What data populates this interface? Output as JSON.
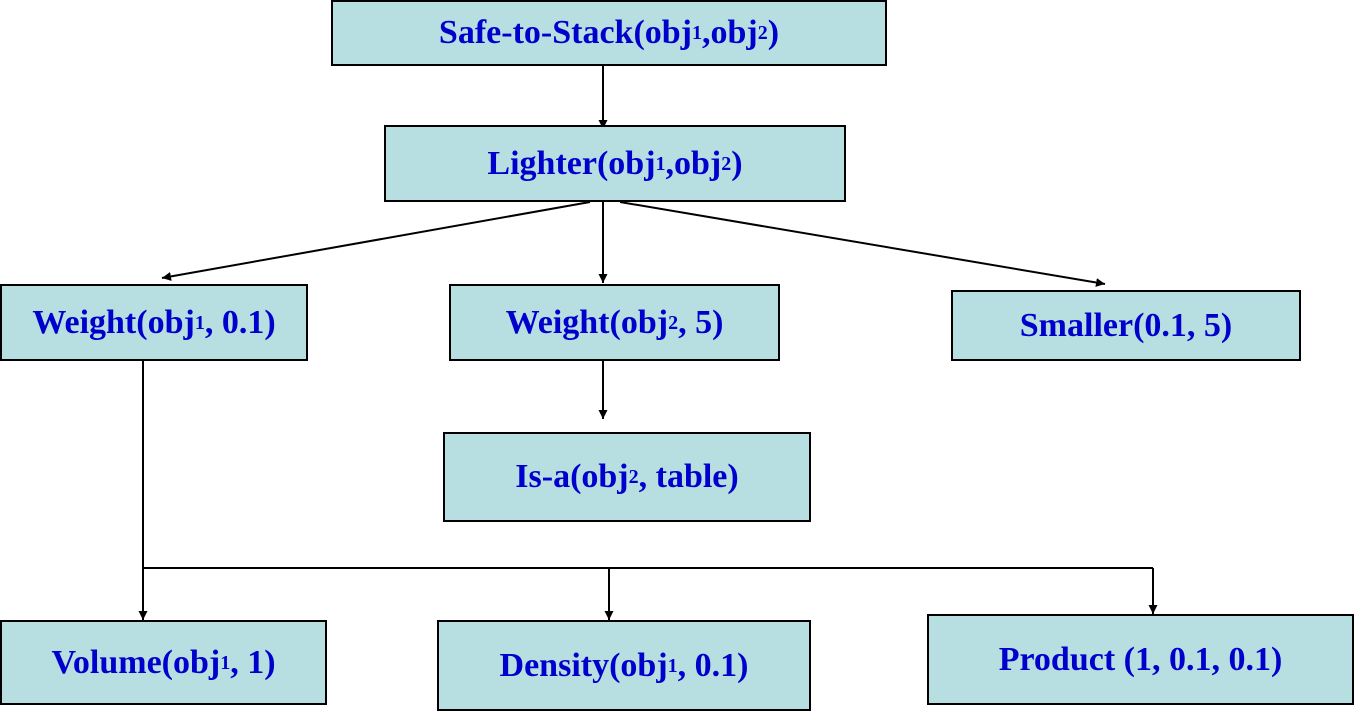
{
  "nodes": {
    "safe_to_stack": {
      "pre": "Safe-to-Stack(obj",
      "sub1": "1",
      "mid": " ,obj",
      "sub2": "2",
      "post": ")"
    },
    "lighter": {
      "pre": "Lighter(obj",
      "sub1": "1",
      "mid": " ,obj",
      "sub2": "2",
      "post": ")"
    },
    "weight_obj1": {
      "pre": "Weight(obj",
      "sub1": "1",
      "post": " , 0.1)"
    },
    "weight_obj2": {
      "pre": "Weight(obj",
      "sub1": "2",
      "post": " , 5)"
    },
    "smaller": {
      "text": "Smaller(0.1, 5)"
    },
    "is_a": {
      "pre": "Is-a(obj",
      "sub1": "2",
      "post": " , table)"
    },
    "volume": {
      "pre": "Volume(obj",
      "sub1": "1",
      "post": " , 1)"
    },
    "density": {
      "pre": "Density(obj",
      "sub1": "1",
      "post": " , 0.1)"
    },
    "product": {
      "text": "Product (1, 0.1, 0.1)"
    }
  },
  "colors": {
    "node_fill": "#b7dfe1",
    "node_text": "#0000cc",
    "border": "#000000"
  }
}
